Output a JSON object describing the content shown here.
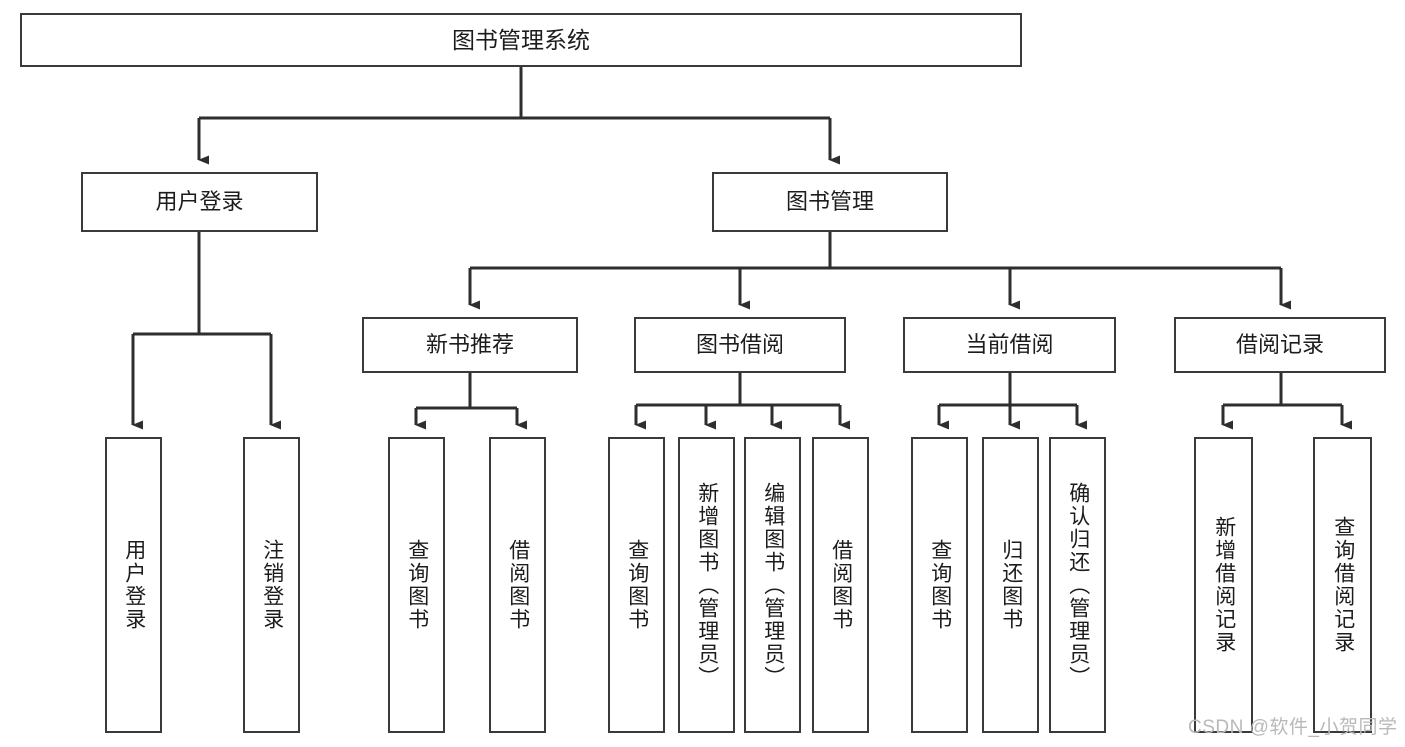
{
  "diagram": {
    "title": "图书管理系统",
    "type": "tree-hierarchy-diagram",
    "root": {
      "label": "图书管理系统"
    },
    "level2": [
      {
        "label": "用户登录"
      },
      {
        "label": "图书管理"
      }
    ],
    "level3": [
      {
        "label": "新书推荐"
      },
      {
        "label": "图书借阅"
      },
      {
        "label": "当前借阅"
      },
      {
        "label": "借阅记录"
      }
    ],
    "leaves": {
      "user_login": [
        {
          "label": "用户登录"
        },
        {
          "label": "注销登录"
        }
      ],
      "new_book_recommend": [
        {
          "label": "查询图书"
        },
        {
          "label": "借阅图书"
        }
      ],
      "book_borrow": [
        {
          "label": "查询图书"
        },
        {
          "label": "新增图书（管理员）"
        },
        {
          "label": "编辑图书（管理员）"
        },
        {
          "label": "借阅图书"
        }
      ],
      "current_borrow": [
        {
          "label": "查询图书"
        },
        {
          "label": "归还图书"
        },
        {
          "label": "确认归还（管理员）"
        }
      ],
      "borrow_record": [
        {
          "label": "新增借阅记录"
        },
        {
          "label": "查询借阅记录"
        }
      ]
    }
  },
  "watermark": {
    "text": "CSDN @软件_小贺同学"
  },
  "colors": {
    "stroke": "#3a3a3a",
    "text": "#1c1c1c",
    "background": "#ffffff",
    "watermark": "#b9b9b9"
  }
}
